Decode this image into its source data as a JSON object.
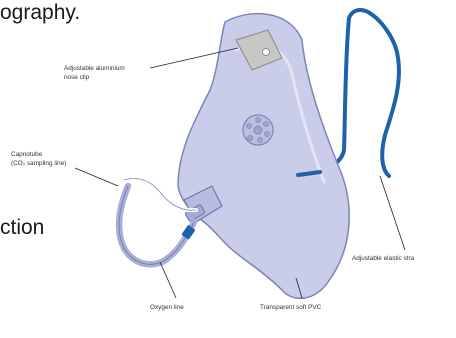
{
  "text_fragments": {
    "top": "ography.",
    "left": "ction"
  },
  "labels": {
    "nose_clip_line1": "Adjustable aluminium",
    "nose_clip_line2": "nose clip",
    "capnotube_line1": "Capnotube",
    "capnotube_line2": "(CO₂ sampling line)",
    "strap": "Adjustable elastic stra",
    "oxygen": "Oxygen line",
    "pvc": "Transparent soft PVC"
  },
  "colors": {
    "mask_fill": "#c9cdea",
    "mask_stroke": "#7f84b8",
    "strap": "#1d63a8",
    "tubing": "#a9aed6",
    "clip": "#c7c7c7"
  }
}
